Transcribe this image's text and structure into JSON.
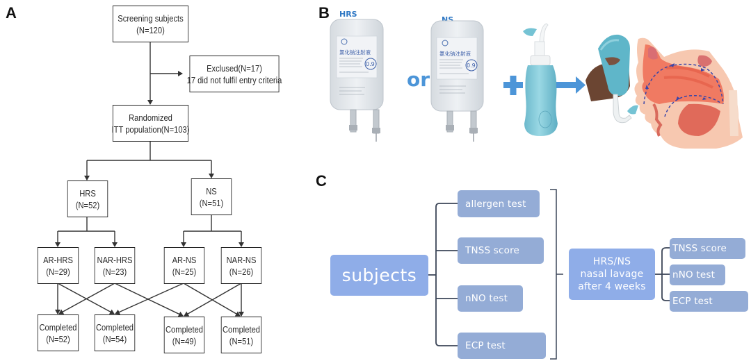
{
  "panels": {
    "a": {
      "letter": "A",
      "screening": {
        "title": "Screening subjects",
        "count": "(N=120)"
      },
      "excluded": {
        "title": "Exclused(N=17)",
        "detail": "17 did not fulfil entry criteria"
      },
      "randomized": {
        "title": "Randomized",
        "detail": "ITT population(N=103)"
      },
      "groups": [
        {
          "title": "HRS",
          "count": "(N=52)"
        },
        {
          "title": "NS",
          "count": "(N=51)"
        }
      ],
      "subgroups": [
        {
          "title": "AR-HRS",
          "count": "(N=29)"
        },
        {
          "title": "NAR-HRS",
          "count": "(N=23)"
        },
        {
          "title": "AR-NS",
          "count": "(N=25)"
        },
        {
          "title": "NAR-NS",
          "count": "(N=26)"
        }
      ],
      "completed": [
        {
          "title": "Completed",
          "count": "(N=52)"
        },
        {
          "title": "Completed",
          "count": "(N=54)"
        },
        {
          "title": "Completed",
          "count": "(N=49)"
        },
        {
          "title": "Completed",
          "count": "(N=51)"
        }
      ]
    },
    "b": {
      "letter": "B",
      "bag1_label": "HRS",
      "bag2_label": "NS",
      "or_text": "or",
      "bag_text_cn": "氯化钠注射液",
      "bag_concentration": "0.9",
      "illustrations": [
        "saline-bag-hrs",
        "saline-bag-ns",
        "plus-sign",
        "nasal-rinse-bottle",
        "arrow-right",
        "hand-with-bottle",
        "nasal-cavity-cross-section"
      ]
    },
    "c": {
      "letter": "C",
      "root": "subjects",
      "baseline_tests": [
        "allergen test",
        "TNSS score",
        "nNO test",
        "ECP test"
      ],
      "intervention": [
        "HRS/NS",
        "nasal lavage",
        "after 4 weeks"
      ],
      "followup_tests": [
        "TNSS score",
        "nNO test",
        "ECP test"
      ]
    }
  },
  "colors": {
    "c_main_box": "#8fade8",
    "c_small_box": "#94acd6",
    "c_line": "#3c4658",
    "bag_label": "#2f78c4",
    "accent_blue": "#4c95d8",
    "bottle": "#7ec8d8",
    "anatomy": "#f0826a"
  }
}
